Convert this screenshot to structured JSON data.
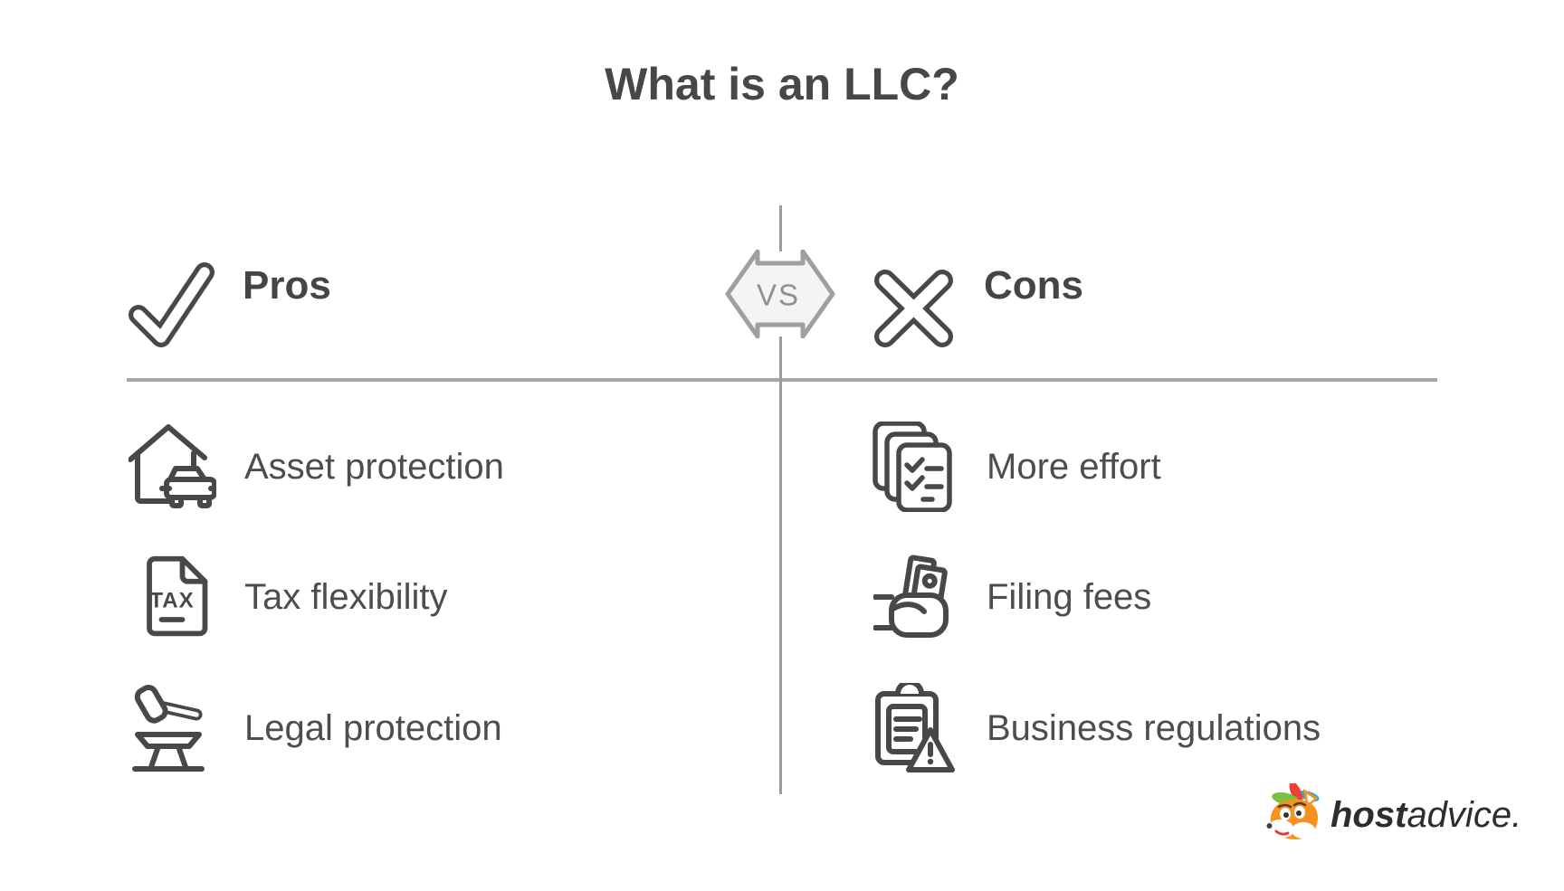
{
  "page": {
    "title": "What is an LLC?"
  },
  "comparison": {
    "vs_label": "VS",
    "pros": {
      "heading": "Pros",
      "icon": "check-icon",
      "items": [
        {
          "icon": "house-car-icon",
          "label": "Asset protection"
        },
        {
          "icon": "tax-document-icon",
          "label": "Tax flexibility",
          "icon_text": "TAX"
        },
        {
          "icon": "gavel-icon",
          "label": "Legal protection"
        }
      ]
    },
    "cons": {
      "heading": "Cons",
      "icon": "cross-icon",
      "items": [
        {
          "icon": "stacked-checklists-icon",
          "label": "More effort"
        },
        {
          "icon": "money-in-hand-icon",
          "label": "Filing fees"
        },
        {
          "icon": "clipboard-warning-icon",
          "label": "Business regulations"
        }
      ]
    }
  },
  "branding": {
    "logo_text_bold": "host",
    "logo_text_light": "advice."
  },
  "colors": {
    "title_text": "#474747",
    "heading_text": "#454545",
    "label_text": "#4d4d4d",
    "icon_stroke": "#484848",
    "divider_horizontal": "#a6a6a6",
    "divider_vertical": "#9b9b9b",
    "badge_fill": "#f4f4f4",
    "badge_stroke": "#9f9f9f",
    "badge_text": "#8f8f8f",
    "logo_text": "#2d2d2d",
    "fox_orange": "#f6921e",
    "fox_green": "#7ac143",
    "fox_red": "#ee4035",
    "fox_blue": "#2eaae2",
    "background": "#ffffff"
  }
}
